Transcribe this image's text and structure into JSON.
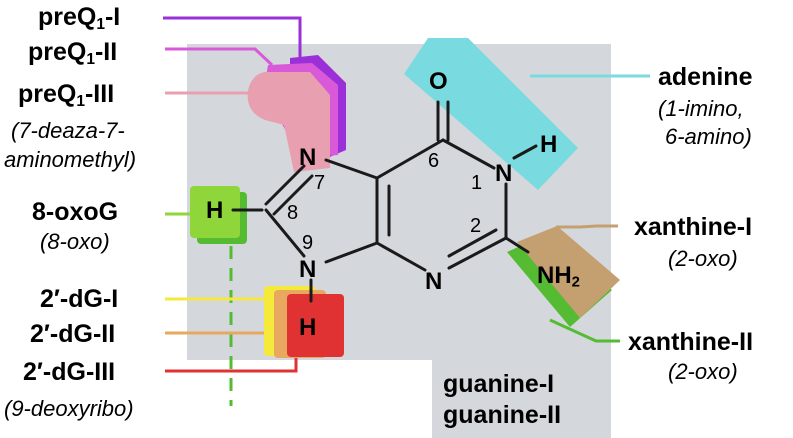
{
  "labels": {
    "preq1_i": {
      "name": "preQ",
      "sub": "1",
      "suffix": "-I"
    },
    "preq1_ii": {
      "name": "preQ",
      "sub": "1",
      "suffix": "-II"
    },
    "preq1_iii": {
      "name": "preQ",
      "sub": "1",
      "suffix": "-III"
    },
    "preq1_note_1": "(7-deaza-7-",
    "preq1_note_2": "aminomethyl)",
    "oxog": "8-oxoG",
    "oxog_note": "(8-oxo)",
    "dg_i": "2′-dG-I",
    "dg_ii": "2′-dG-II",
    "dg_iii": "2′-dG-III",
    "dg_note": "(9-deoxyribo)",
    "adenine": "adenine",
    "adenine_note_1": "(1-imino,",
    "adenine_note_2": "6-amino)",
    "xanthine_i": "xanthine-I",
    "xanthine_i_note": "(2-oxo)",
    "xanthine_ii": "xanthine-II",
    "xanthine_ii_note": "(2-oxo)",
    "guanine_i": "guanine-I",
    "guanine_ii": "guanine-II"
  },
  "atoms": {
    "o": "O",
    "n1": "N",
    "h1": "H",
    "n3": "N",
    "n7": "N",
    "n9": "N",
    "h8": "H",
    "h9": "H",
    "nh2": {
      "main": "NH",
      "sub": "2"
    }
  },
  "numbers": {
    "n1": "1",
    "n2": "2",
    "n6": "6",
    "n7": "7",
    "n8": "8",
    "n9": "9"
  },
  "colors": {
    "preq1_i": "#9b30d9",
    "preq1_ii": "#d85ad8",
    "preq1_iii": "#e8a0b0",
    "oxog": "#8fd63b",
    "dg_i": "#f5ea3c",
    "dg_ii": "#e8a860",
    "dg_iii": "#e03232",
    "adenine": "#79dbe0",
    "xanthine_i": "#c4a070",
    "xanthine_ii": "#55bb33",
    "guanine": "#d4d8dc"
  }
}
